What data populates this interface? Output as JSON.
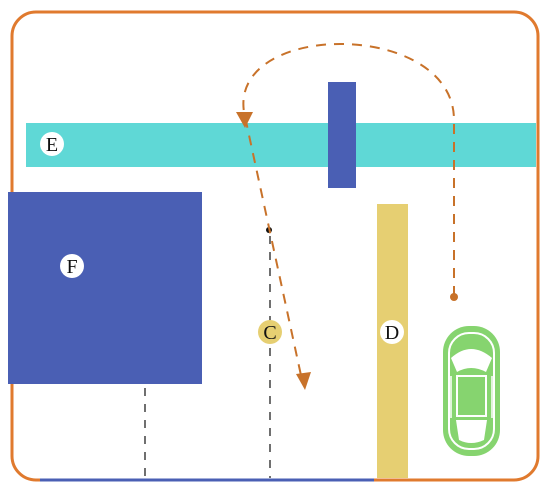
{
  "labels": {
    "e": "E",
    "f": "F",
    "c": "C",
    "d": "D"
  },
  "colors": {
    "border": "#e07a2e",
    "teal_band": "#5fd8d6",
    "blue_block": "#4a5fb4",
    "yellow_bar": "#e6cf72",
    "car_green": "#86d46f",
    "path": "#c8722a",
    "c_marker": "#e6cf72",
    "dashes": "#222222",
    "bottom_line": "#4a5fb4"
  },
  "icons": {
    "car": "car-icon",
    "arrow": "arrow-head"
  }
}
